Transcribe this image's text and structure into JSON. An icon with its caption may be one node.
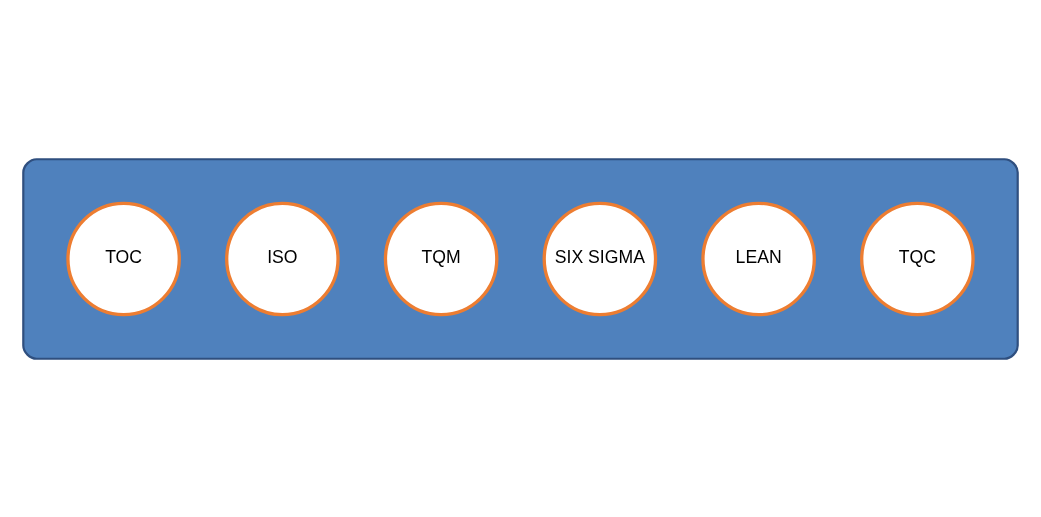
{
  "diagram": {
    "nodes": [
      {
        "text": [],
        "shape": "ellipse"
      },
      {
        "text": [
          "TQC"
        ],
        "in": 0
      },
      {
        "text": [
          "LEAN"
        ],
        "in": 0
      },
      {
        "text": [
          "SIX SIGMA"
        ],
        "in": 0
      },
      {
        "text": [
          "TQM"
        ],
        "in": 0
      },
      {
        "text": [
          "ISO"
        ],
        "in": 0
      },
      {
        "text": [
          "TOC"
        ],
        "in": 0
      }
    ],
    "edges": []
  }
}
